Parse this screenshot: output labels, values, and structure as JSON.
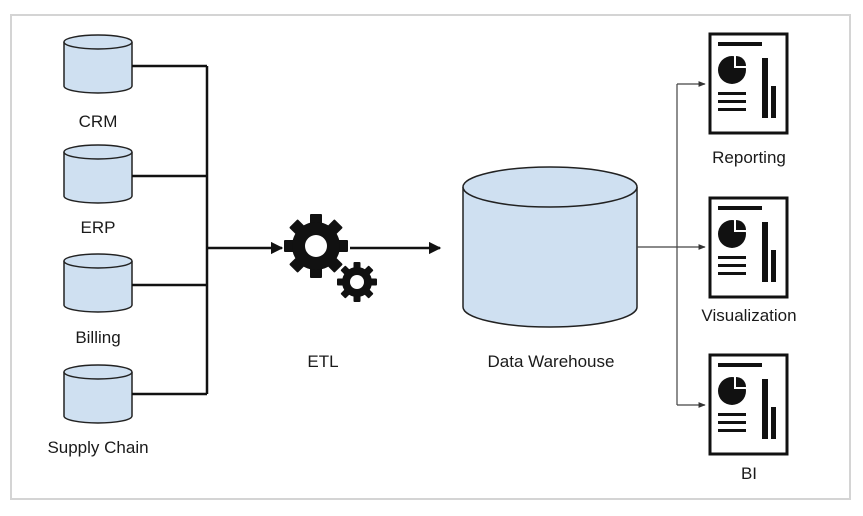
{
  "sources": [
    {
      "label": "CRM",
      "icon": "database-icon"
    },
    {
      "label": "ERP",
      "icon": "database-icon"
    },
    {
      "label": "Billing",
      "icon": "database-icon"
    },
    {
      "label": "Supply Chain",
      "icon": "database-icon"
    }
  ],
  "etl": {
    "label": "ETL",
    "icon": "gears-icon"
  },
  "warehouse": {
    "label": "Data Warehouse",
    "icon": "database-icon"
  },
  "outputs": [
    {
      "label": "Reporting",
      "icon": "report-document-icon"
    },
    {
      "label": "Visualization",
      "icon": "report-document-icon"
    },
    {
      "label": "BI",
      "icon": "report-document-icon"
    }
  ],
  "colors": {
    "cylinder_fill": "#cfe0f1",
    "cylinder_stroke": "#222222",
    "line": "#111111",
    "frame_border": "#d4d4d4"
  }
}
